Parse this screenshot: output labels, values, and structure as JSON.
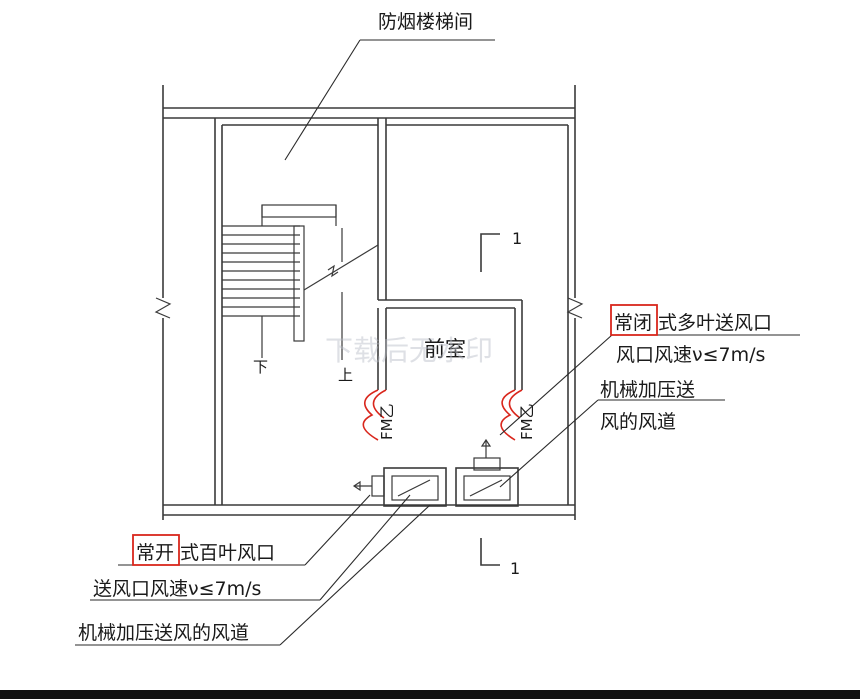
{
  "labels": {
    "stairwell": "防烟楼梯间",
    "anteroom": "前室",
    "down": "下",
    "up": "上",
    "section_top": "1",
    "section_bottom": "1",
    "door_left": "FM乙",
    "door_right": "FM乙"
  },
  "callouts": {
    "right_vent": {
      "highlight": "常闭",
      "rest": "式多叶送风口",
      "line2": "风口风速ν≤7m/s"
    },
    "right_duct": {
      "line1": "机械加压送",
      "line2": "风的风道"
    },
    "left_vent": {
      "highlight": "常开",
      "rest": "式百叶风口",
      "line2": "送风口风速ν≤7m/s"
    },
    "left_duct": {
      "line1": "机械加压送风的风道"
    }
  },
  "watermark": "下载后无水印",
  "colors": {
    "highlight": "#d9261c",
    "line": "#3a3a3a",
    "text": "#1a1a1a"
  }
}
